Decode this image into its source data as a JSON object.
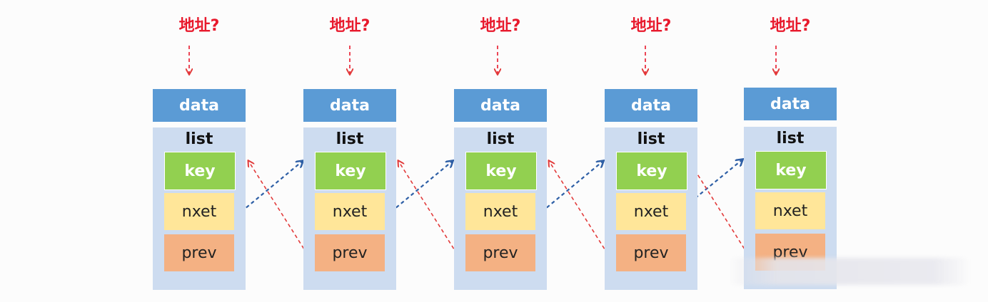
{
  "question_label": "地址?",
  "nodes": [
    {
      "data": "data",
      "list": "list",
      "key": "key",
      "next": "nxet",
      "prev": "prev"
    },
    {
      "data": "data",
      "list": "list",
      "key": "key",
      "next": "nxet",
      "prev": "prev"
    },
    {
      "data": "data",
      "list": "list",
      "key": "key",
      "next": "nxet",
      "prev": "prev"
    },
    {
      "data": "data",
      "list": "list",
      "key": "key",
      "next": "nxet",
      "prev": "prev"
    },
    {
      "data": "data",
      "list": "list",
      "key": "key",
      "next": "nxet",
      "prev": "prev"
    }
  ],
  "colors": {
    "question": "#e8192c",
    "data_header": "#5b9bd5",
    "list_bg": "#cddcf0",
    "key_field": "#92d050",
    "next_field": "#ffe699",
    "prev_field": "#f4b183",
    "next_arrow": "#2e5fa6",
    "prev_arrow": "#e23b3b"
  }
}
